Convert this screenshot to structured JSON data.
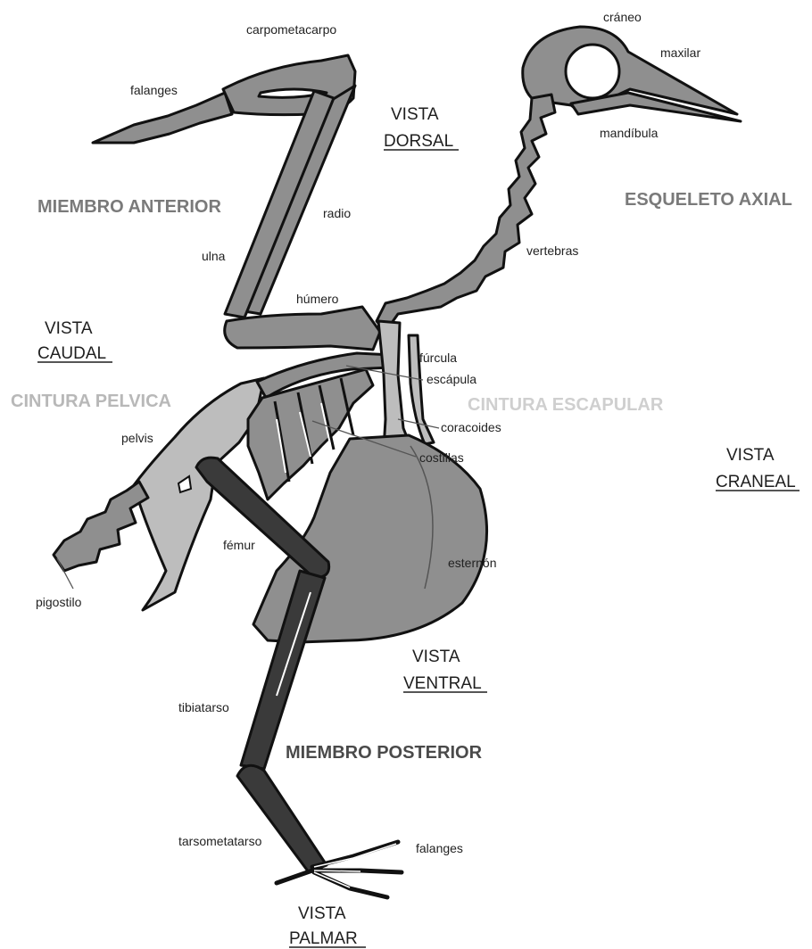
{
  "colors": {
    "bone_medium": "#8f8f8f",
    "bone_light": "#bdbdbd",
    "bone_dark": "#3a3a3a",
    "outline": "#111111",
    "region_dark": "#7a7a7a",
    "region_light": "#b8b8b8",
    "region_lighter": "#cfcfcf"
  },
  "views": {
    "dorsal": [
      "VISTA",
      "DORSAL"
    ],
    "caudal": [
      "VISTA",
      "CAUDAL"
    ],
    "craneal": [
      "VISTA",
      "CRANEAL"
    ],
    "ventral": [
      "VISTA",
      "VENTRAL"
    ],
    "palmar": [
      "VISTA",
      "PALMAR"
    ]
  },
  "regions": {
    "miembro_anterior": "MIEMBRO ANTERIOR",
    "esqueleto_axial": "ESQUELETO AXIAL",
    "cintura_pelvica": "CINTURA PELVICA",
    "cintura_escapular": "CINTURA ESCAPULAR",
    "miembro_posterior": "MIEMBRO POSTERIOR"
  },
  "labels": {
    "carpometacarpo": "carpometacarpo",
    "falanges_ala": "falanges",
    "radio": "radio",
    "ulna": "ulna",
    "humero": "húmero",
    "craneo": "cráneo",
    "maxilar": "maxilar",
    "mandibula": "mandíbula",
    "vertebras": "vertebras",
    "furcula": "fúrcula",
    "escapula": "escápula",
    "coracoides": "coracoides",
    "costillas": "costillas",
    "pelvis": "pelvis",
    "femur": "fémur",
    "esternon": "esternón",
    "pigostilo": "pigostilo",
    "tibiatarso": "tibiatarso",
    "tarsometatarso": "tarsometatarso",
    "falanges_pata": "falanges"
  }
}
